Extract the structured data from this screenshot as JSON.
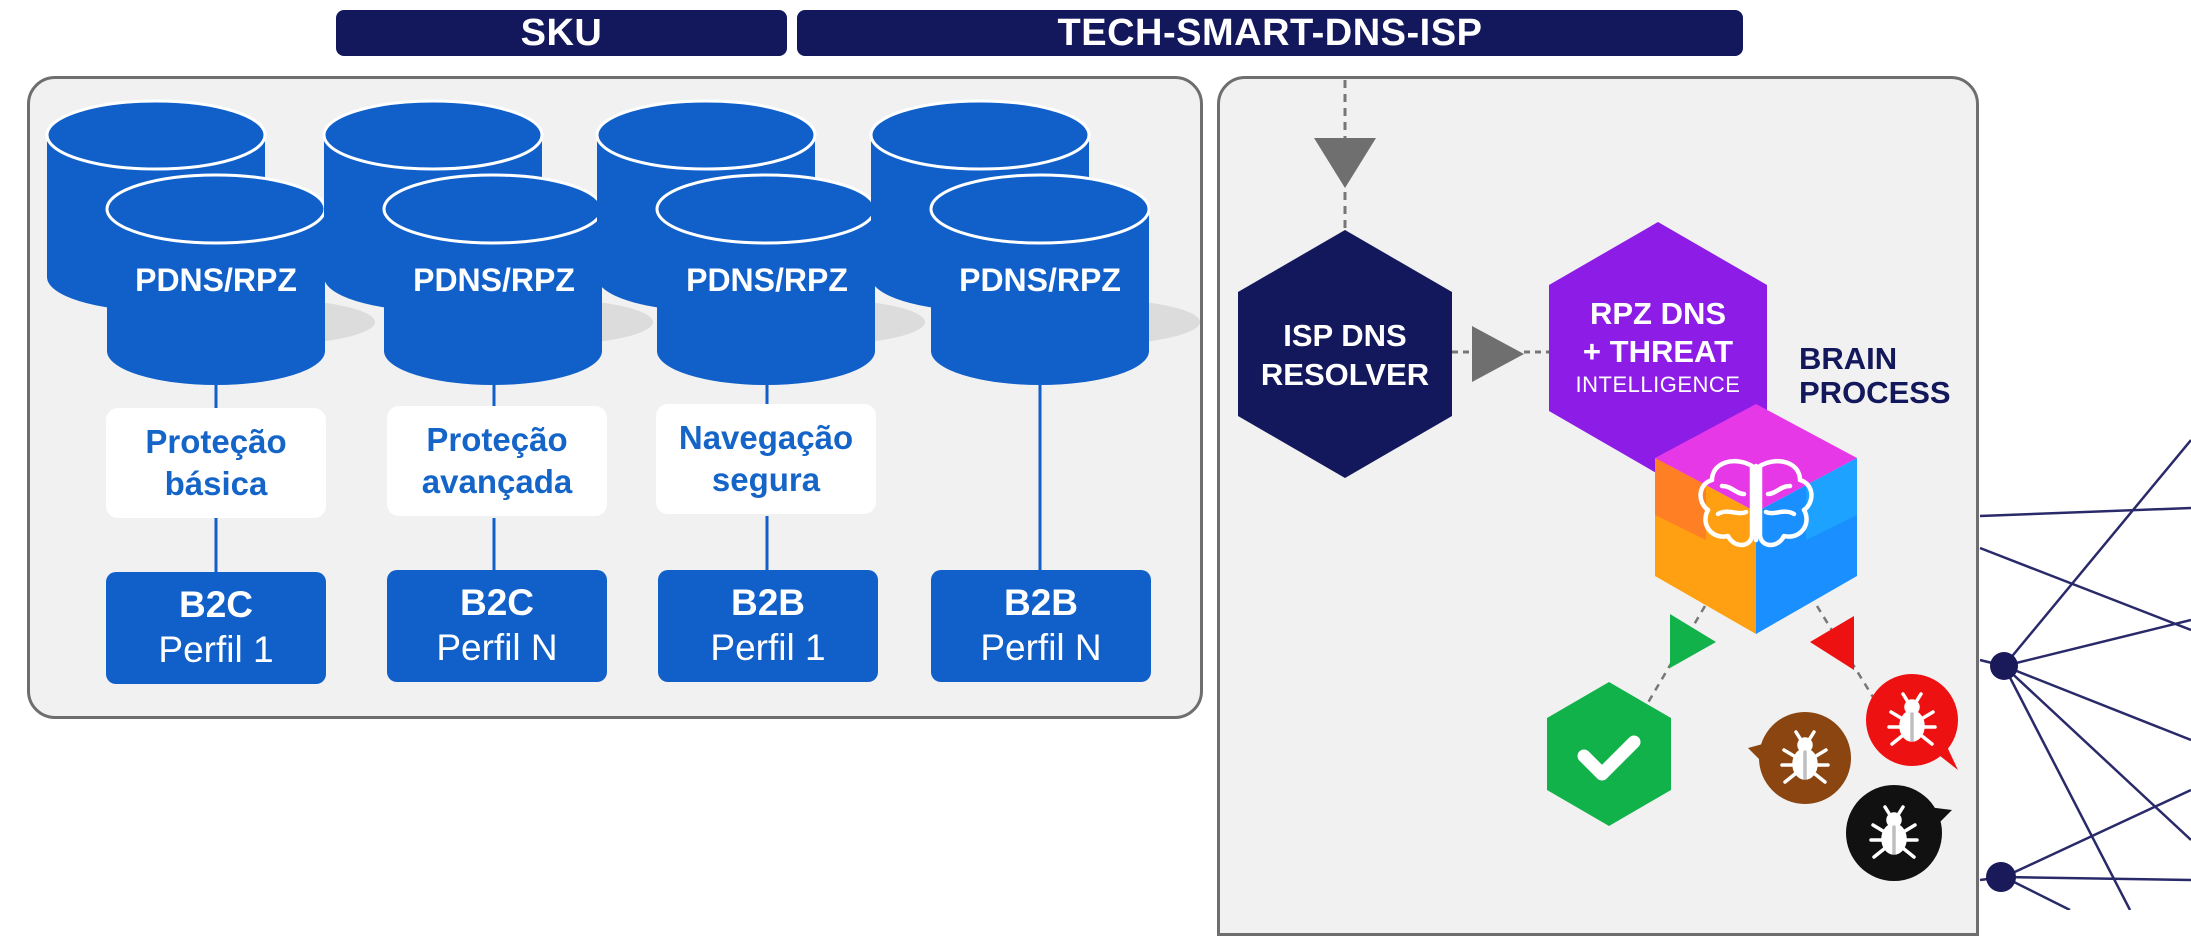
{
  "header": {
    "sku": "SKU",
    "product": "TECH-SMART-DNS-ISP"
  },
  "left_panel": {
    "columns": [
      {
        "db_label": "PDNS/RPZ",
        "service": [
          "Proteção",
          "básica"
        ],
        "segment": "B2C",
        "profile": "Perfil 1"
      },
      {
        "db_label": "PDNS/RPZ",
        "service": [
          "Proteção",
          "avançada"
        ],
        "segment": "B2C",
        "profile": "Perfil N"
      },
      {
        "db_label": "PDNS/RPZ",
        "service": [
          "Navegação",
          "segura"
        ],
        "segment": "B2B",
        "profile": "Perfil 1"
      },
      {
        "db_label": "PDNS/RPZ",
        "service": [],
        "segment": "B2B",
        "profile": "Perfil N"
      }
    ]
  },
  "right_panel": {
    "resolver": [
      "ISP DNS",
      "RESOLVER"
    ],
    "rpz_line1": "RPZ DNS",
    "rpz_line2": "+ THREAT",
    "rpz_line3": "INTELLIGENCE",
    "brain": [
      "BRAIN",
      "PROCESS"
    ]
  },
  "icons": {
    "database": "cylinder-database-icon",
    "brain": "brain-icon",
    "allowed": "checkmark-icon",
    "threat": "bug-icon"
  },
  "colors": {
    "navy": "#13175b",
    "blue": "#1160ca",
    "purple": "#8c1ce6",
    "green": "#12b24b",
    "red": "#ee1111",
    "brown": "#8a4510",
    "black": "#111111"
  }
}
